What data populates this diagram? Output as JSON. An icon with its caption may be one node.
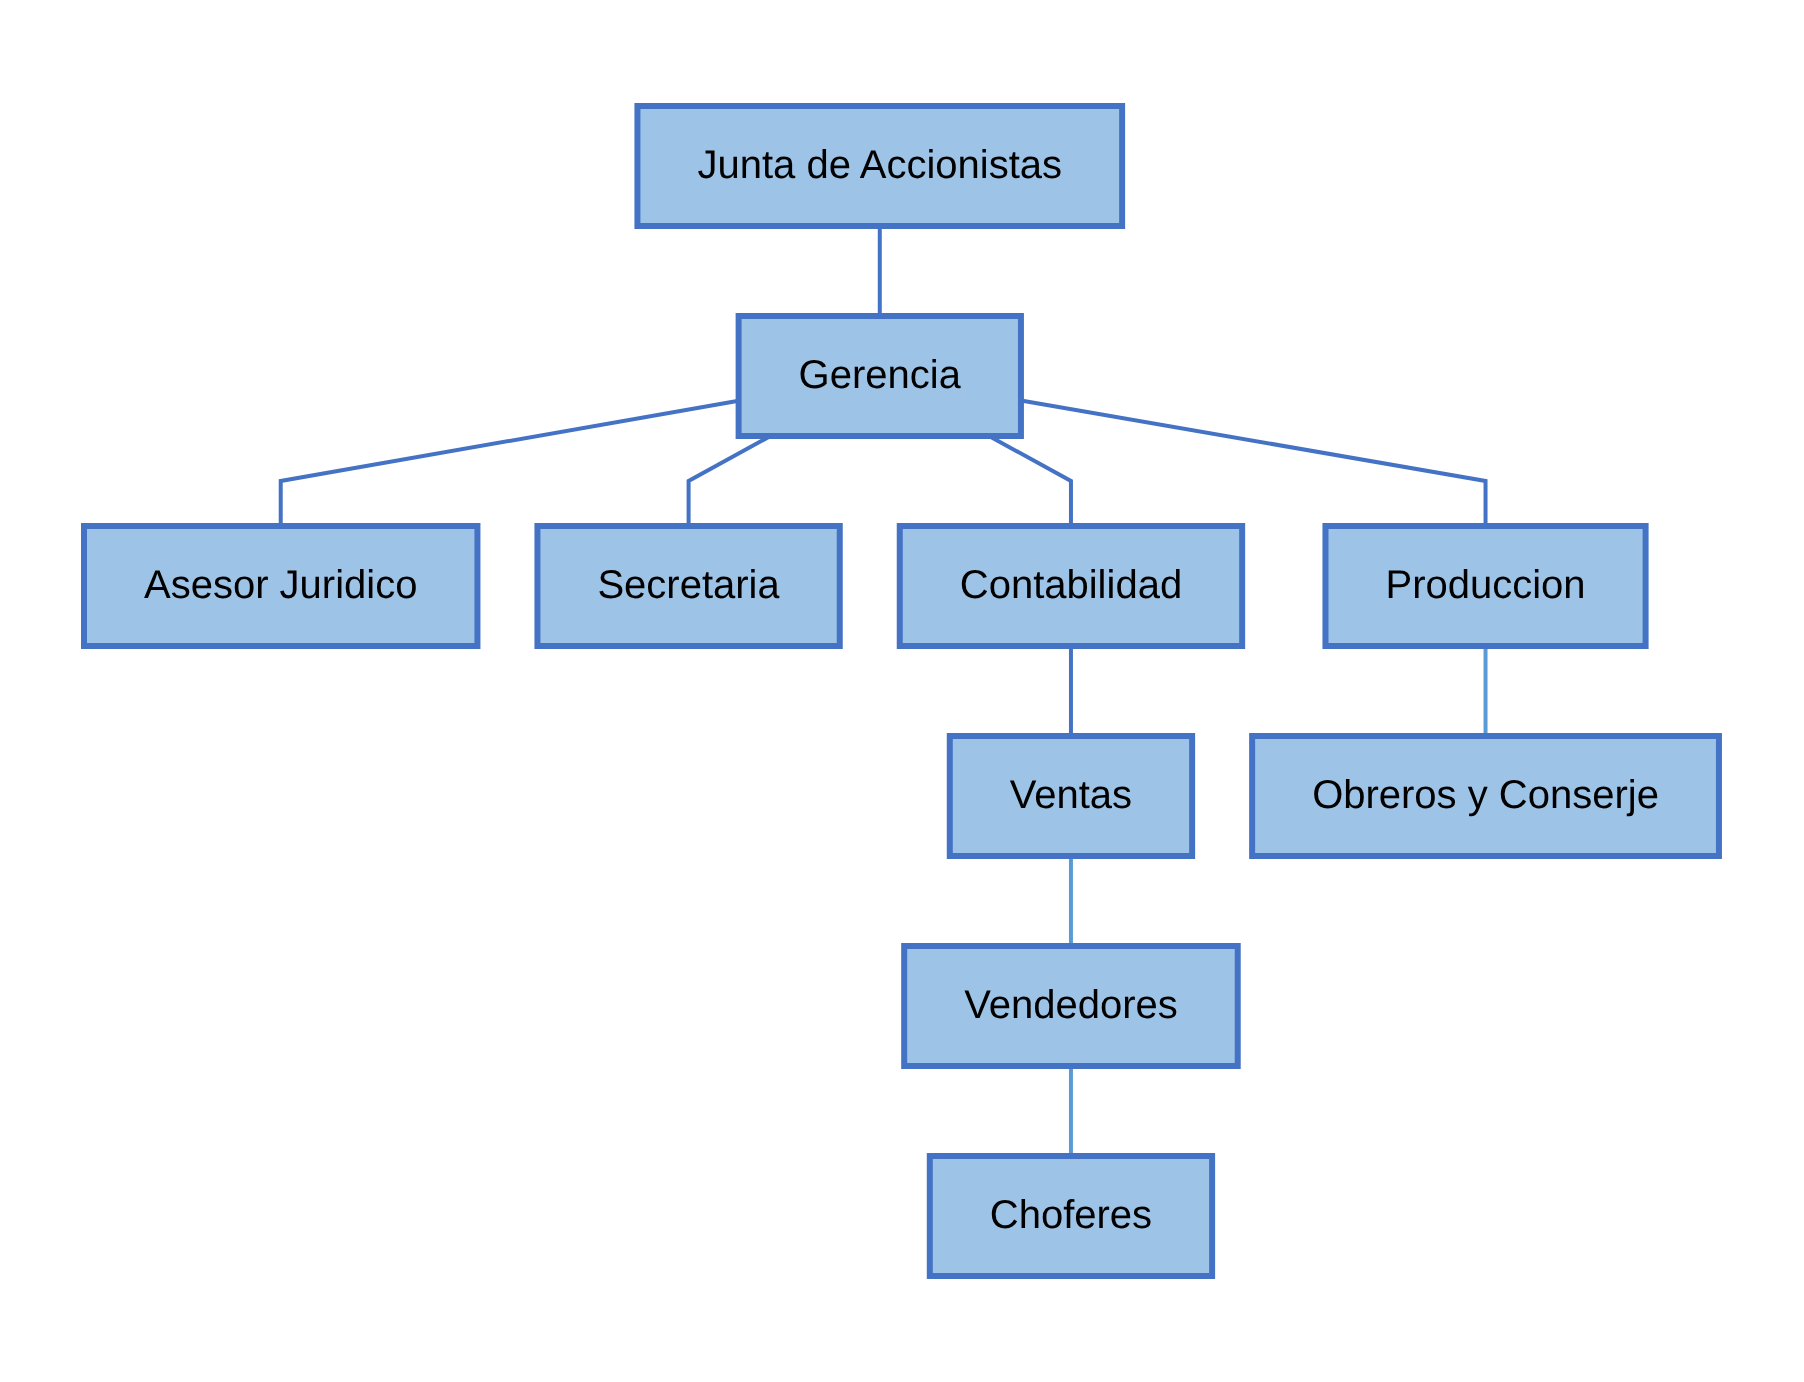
{
  "diagram": {
    "nodes": [
      {
        "text": [
          "Junta de Accionistas"
        ]
      },
      {
        "text": [
          "Gerencia"
        ]
      },
      {
        "text": [
          "Asesor Juridico"
        ]
      },
      {
        "text": [
          "Secretaria"
        ]
      },
      {
        "text": [
          "Produccion"
        ]
      },
      {
        "text": [
          "Contabilidad"
        ]
      },
      {
        "text": [
          "Ventas"
        ]
      },
      {
        "text": [
          "Obreros y Conserje"
        ]
      },
      {
        "text": [
          "Vendedores"
        ]
      },
      {
        "text": [
          "Choferes"
        ]
      }
    ],
    "edges": [
      {
        "from": 0,
        "to": 1,
        "arrow": "none"
      },
      {
        "from": 1,
        "to": 2,
        "arrow": "none"
      },
      {
        "from": 1,
        "to": 3,
        "arrow": "none"
      },
      {
        "from": 1,
        "to": 4,
        "arrow": "none"
      },
      {
        "from": 1,
        "to": 5,
        "arrow": "none"
      },
      {
        "from": 5,
        "to": 6,
        "arrow": "none"
      },
      {
        "from": 4,
        "to": 7,
        "arrow": "none",
        "color": "#5b9bd5"
      },
      {
        "from": 6,
        "to": 8,
        "arrow": "none",
        "color": "#5b9bd5"
      },
      {
        "from": 8,
        "to": 9,
        "arrow": "none",
        "color": "#5b9bd5"
      }
    ]
  }
}
